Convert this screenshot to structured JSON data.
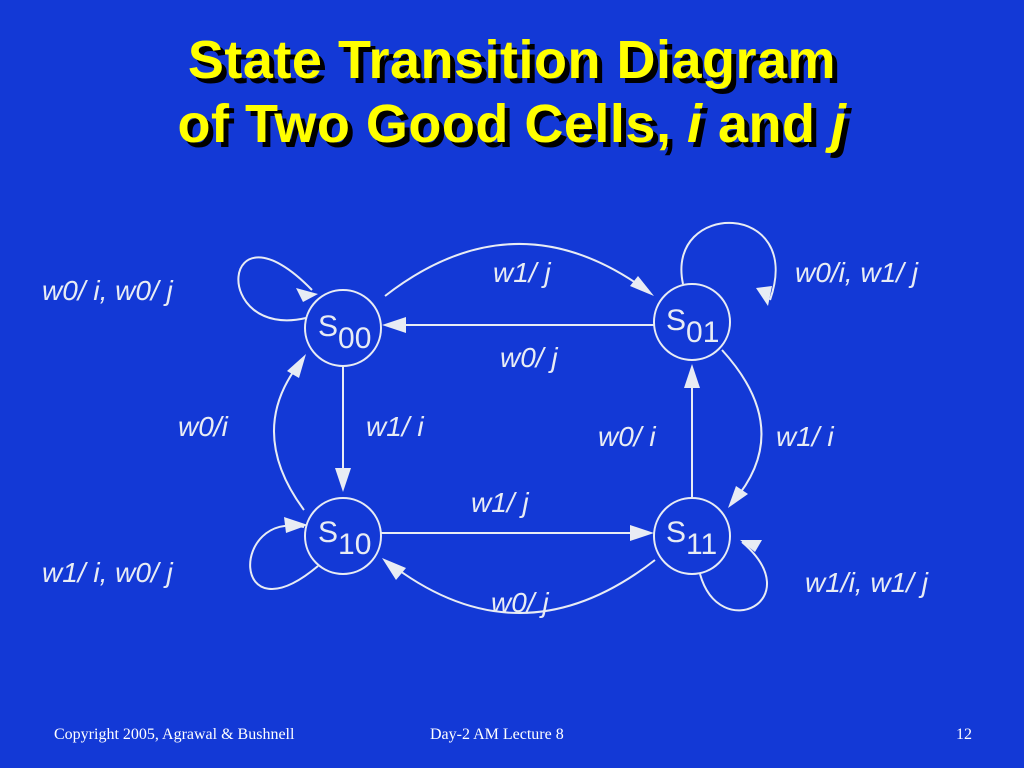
{
  "title": {
    "line1": "State Transition Diagram",
    "line2_pre": "of Two Good Cells, ",
    "var_i": "i",
    "and": "and",
    "var_j": "j"
  },
  "states": [
    {
      "id": "s00",
      "base": "S",
      "sub": "00"
    },
    {
      "id": "s01",
      "base": "S",
      "sub": "01"
    },
    {
      "id": "s10",
      "base": "S",
      "sub": "10"
    },
    {
      "id": "s11",
      "base": "S",
      "sub": "11"
    }
  ],
  "labels": {
    "s00_loop": "w0/ i, w0/ j",
    "s00_to_s01": "w1/ j",
    "s01_loop": "w0/i, w1/ j",
    "s01_to_s00": "w0/ j",
    "s10_to_s00": "w0/i",
    "s00_to_s10": "w1/ i",
    "s11_to_s01": "w0/ i",
    "s01_to_s11": "w1/ i",
    "s10_to_s11": "w1/ j",
    "s10_loop": "w1/ i, w0/ j",
    "s11_to_s10": "w0/ j",
    "s11_loop": "w1/i, w1/ j"
  },
  "colors": {
    "background": "#1339d6",
    "title": "#ffff00",
    "diagram": "#e8ecf4",
    "footer": "#ffffff"
  },
  "footer": {
    "copyright": "Copyright 2005, Agrawal & Bushnell",
    "lecture": "Day-2 AM Lecture 8",
    "page": "12"
  }
}
